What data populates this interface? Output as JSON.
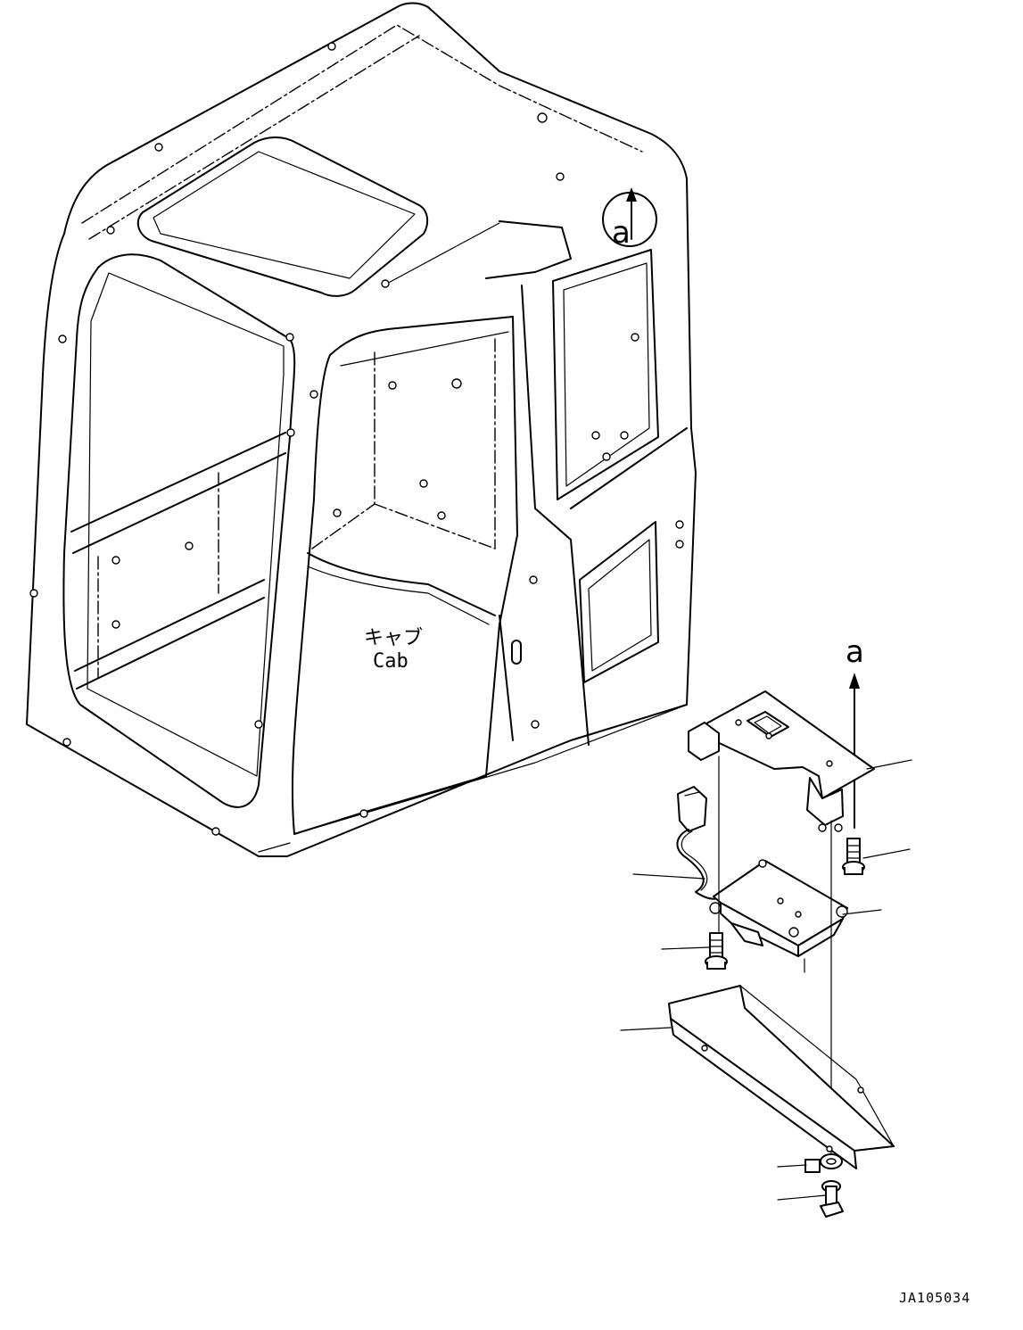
{
  "labels": {
    "cab_jp": "キャブ",
    "cab_en": "Cab",
    "view_marker": "a",
    "view_marker_detail": "a",
    "drawing_id": "JA105034"
  },
  "colors": {
    "ink": "#000000",
    "paper": "#ffffff"
  },
  "callouts": [
    {
      "id": "bracket"
    },
    {
      "id": "bolt-upper"
    },
    {
      "id": "harness"
    },
    {
      "id": "controller"
    },
    {
      "id": "bolt-lower"
    },
    {
      "id": "cover"
    },
    {
      "id": "washer"
    },
    {
      "id": "clip"
    }
  ]
}
